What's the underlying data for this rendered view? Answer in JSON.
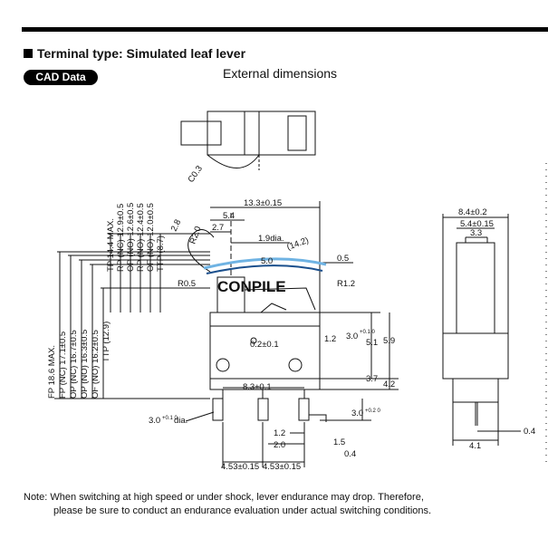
{
  "heading": {
    "title": "Terminal type: Simulated leaf lever"
  },
  "badge": {
    "cad_label": "CAD Data"
  },
  "drawing_title": "External dimensions",
  "watermark": {
    "text": "CONPILE",
    "color": "#1a4f8c"
  },
  "dimensions": {
    "c03": "C0.3",
    "tp": "TP 14.4 MAX.",
    "rp": "RP (NC) 12.9±0.5",
    "op": "OP (NO) 12.6±0.5",
    "rp_no": "RP (NO) 12.4±0.5",
    "of": "OF (NO) 12.0±0.5",
    "ttp": "TTP (8.7)",
    "d13_3": "13.3±0.15",
    "d5_4": "5.4",
    "d2_7": "2.7",
    "d2_8": "2.8",
    "r2_0": "R2.0",
    "d1_9": "1.9dia.",
    "d14_2": "(14.2)",
    "d5_0": "5.0",
    "d0_5a": "0.5",
    "r0_5": "R0.5",
    "r1_2": "R1.2",
    "d3_0": "3.0",
    "d3_0_tol": "+0.1 0",
    "d1_2a": "1.2",
    "d5_1": "5.1",
    "d5_9": "5.9",
    "d0_2": "0.2±0.1",
    "d3_7": "3.7",
    "d4_2": "4.2",
    "d8_3": "8.3±0.1",
    "d3_0b": "3.0",
    "d3_0b_tol": "+0.2 0",
    "hole": "3.0",
    "hole_tol": "+0.1 0",
    "hole_suffix": "dia.",
    "d1_2b": "1.2",
    "d2_0": "2.0",
    "d1_5": "1.5",
    "d0_4a": "0.4",
    "d4_53a": "4.53±0.15",
    "d4_53b": "4.53±0.15",
    "fp": "FP 18.6 MAX.",
    "fp_nc": "FP (NC) 17.1±0.5",
    "op_nc": "OP (NC) 16.7±0.5",
    "op_no": "OP (NO) 16.3±0.5",
    "of_no": "OF (NO) 16.2±0.5",
    "ttp2": "TTP (12.9)",
    "s8_4": "8.4±0.2",
    "s5_4": "5.4±0.15",
    "s3_3": "3.3",
    "s0_4": "0.4",
    "s4_1": "4.1"
  },
  "note": {
    "line1": "Note: When switching at high speed or under shock, lever endurance may drop. Therefore,",
    "line2": "please be sure to conduct an endurance evaluation under actual switching conditions."
  }
}
